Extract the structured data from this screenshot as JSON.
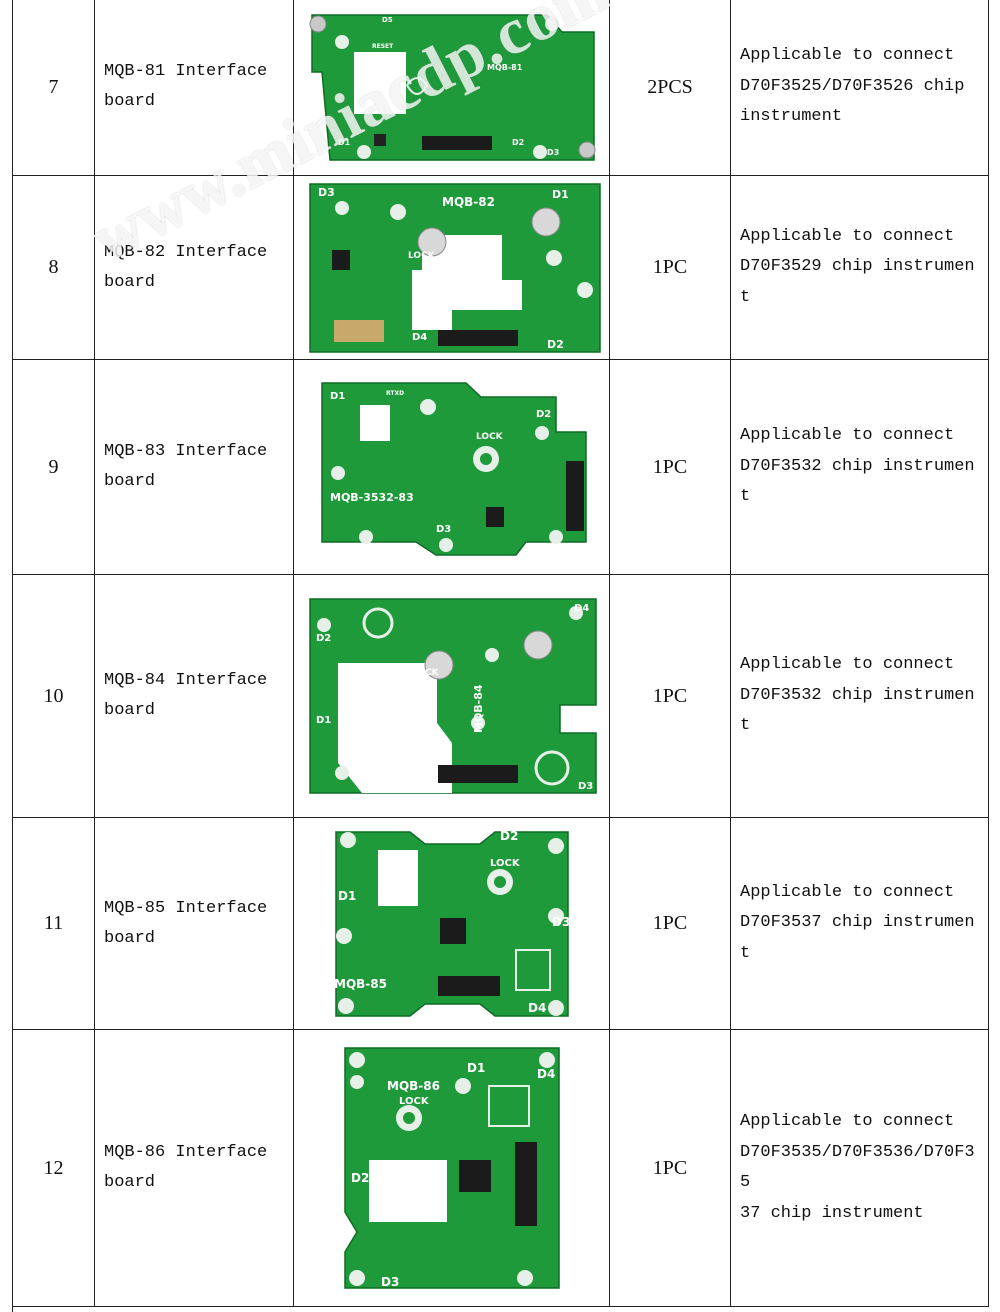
{
  "watermark": "www.miniacdp.com",
  "rows": [
    {
      "no": "7",
      "name_line1": "MQB-81 Interface",
      "name_line2": "board",
      "qty": "2PCS",
      "desc_lines": [
        "Applicable to connect",
        "D70F3525/D70F3526 chip",
        "instrument"
      ],
      "board": {
        "title": "MQB-81",
        "marks": [
          "D1",
          "D2",
          "D3",
          "D5",
          "RESET"
        ]
      }
    },
    {
      "no": "8",
      "name_line1": "MQB-82 Interface",
      "name_line2": "board",
      "qty": "1PC",
      "desc_lines": [
        "Applicable to connect",
        "D70F3529 chip instrument"
      ],
      "board": {
        "title": "MQB-82",
        "marks": [
          "D1",
          "D2",
          "D3",
          "D4",
          "LOCK"
        ]
      }
    },
    {
      "no": "9",
      "name_line1": "MQB-83 Interface",
      "name_line2": "board",
      "qty": "1PC",
      "desc_lines": [
        "Applicable to connect",
        "D70F3532 chip instrument"
      ],
      "board": {
        "title": "MQB-3532-83",
        "marks": [
          "D1",
          "D2",
          "D3",
          "LOCK",
          "RTXD"
        ]
      }
    },
    {
      "no": "10",
      "name_line1": "MQB-84 Interface",
      "name_line2": "board",
      "qty": "1PC",
      "desc_lines": [
        "Applicable to connect",
        "D70F3532 chip instrument"
      ],
      "board": {
        "title": "MQB-84",
        "marks": [
          "D1",
          "D2",
          "D3",
          "D4",
          "LOCK"
        ]
      }
    },
    {
      "no": "11",
      "name_line1": "MQB-85 Interface",
      "name_line2": "board",
      "qty": "1PC",
      "desc_lines": [
        "Applicable to connect",
        "D70F3537 chip instrument"
      ],
      "board": {
        "title": "MQB-85",
        "marks": [
          "D1",
          "D2",
          "D3",
          "D4",
          "LOCK"
        ]
      }
    },
    {
      "no": "12",
      "name_line1": "MQB-86 Interface",
      "name_line2": "board",
      "qty": "1PC",
      "desc_lines": [
        "Applicable to connect",
        "D70F3535/D70F3536/D70F35",
        "37 chip instrument"
      ],
      "board": {
        "title": "MQB-86",
        "marks": [
          "D1",
          "D2",
          "D3",
          "D4",
          "LOCK"
        ]
      }
    }
  ]
}
